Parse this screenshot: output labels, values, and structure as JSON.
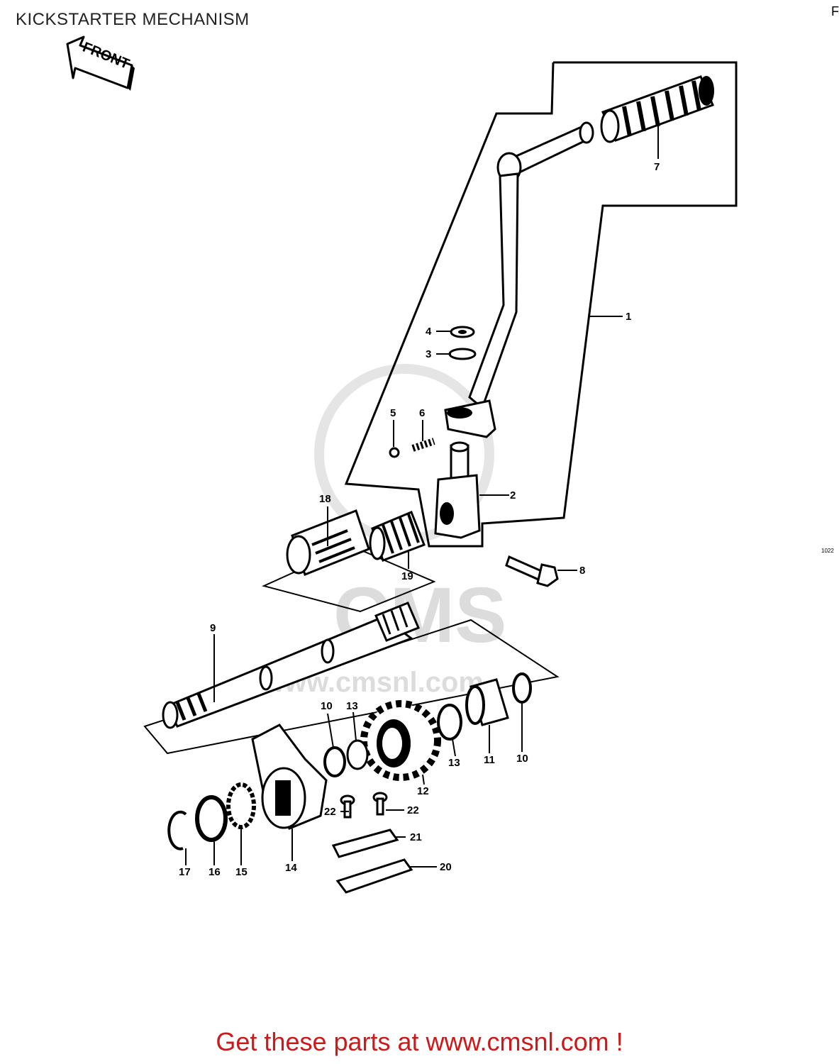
{
  "title": "KICKSTARTER MECHANISM",
  "corner_mark": "F",
  "corner_code": "1022",
  "front_label": "FRONT",
  "watermark": {
    "brand": "CMS",
    "url": "www.cmsnl.com"
  },
  "footer": "Get these parts at www.cmsnl.com !",
  "parts": [
    {
      "key": "p1",
      "label": "1"
    },
    {
      "key": "p2",
      "label": "2"
    },
    {
      "key": "p3",
      "label": "3"
    },
    {
      "key": "p4",
      "label": "4"
    },
    {
      "key": "p5",
      "label": "5"
    },
    {
      "key": "p6",
      "label": "6"
    },
    {
      "key": "p7",
      "label": "7"
    },
    {
      "key": "p8",
      "label": "8"
    },
    {
      "key": "p9",
      "label": "9"
    },
    {
      "key": "p10a",
      "label": "10"
    },
    {
      "key": "p10b",
      "label": "10"
    },
    {
      "key": "p11",
      "label": "11"
    },
    {
      "key": "p12",
      "label": "12"
    },
    {
      "key": "p13a",
      "label": "13"
    },
    {
      "key": "p13b",
      "label": "13"
    },
    {
      "key": "p14",
      "label": "14"
    },
    {
      "key": "p15",
      "label": "15"
    },
    {
      "key": "p16",
      "label": "16"
    },
    {
      "key": "p17",
      "label": "17"
    },
    {
      "key": "p18",
      "label": "18"
    },
    {
      "key": "p19",
      "label": "19"
    },
    {
      "key": "p20",
      "label": "20"
    },
    {
      "key": "p21",
      "label": "21"
    },
    {
      "key": "p22a",
      "label": "22"
    },
    {
      "key": "p22b",
      "label": "22"
    }
  ]
}
